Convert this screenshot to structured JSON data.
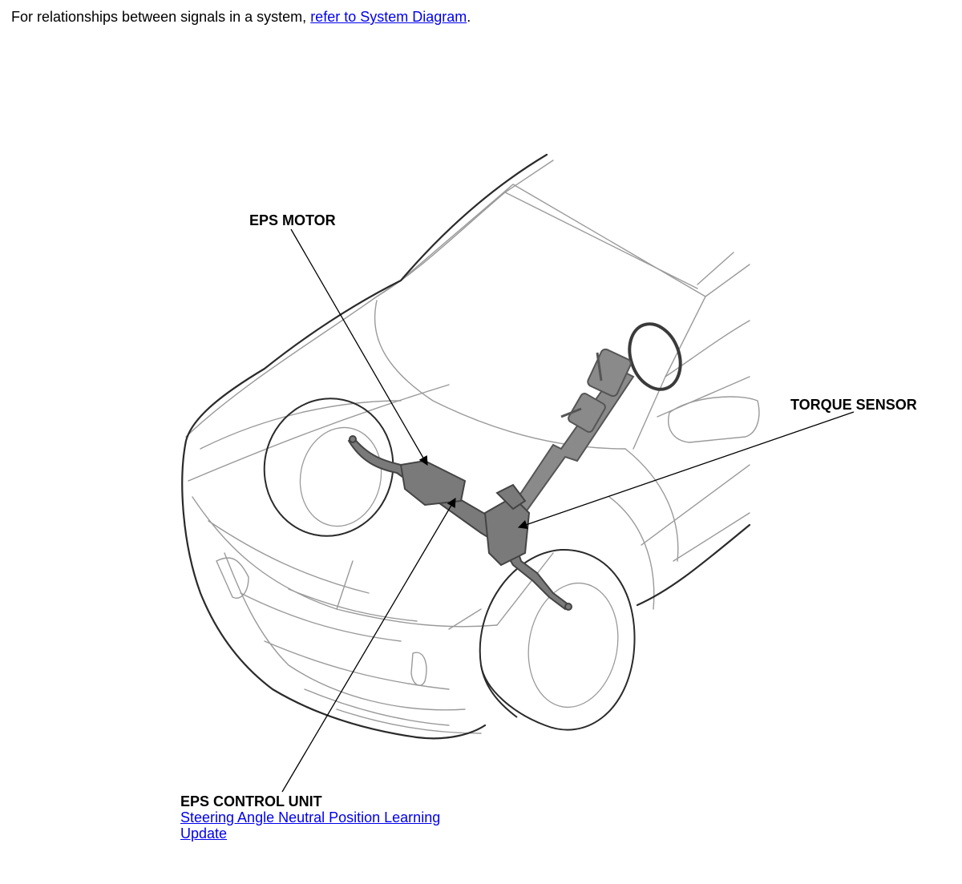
{
  "intro": {
    "text_before": "For relationships between signals in a system, ",
    "link_text": "refer to System Diagram",
    "text_after": "."
  },
  "callouts": {
    "eps_motor": "EPS MOTOR",
    "torque_sensor": "TORQUE SENSOR",
    "eps_control_unit": "EPS CONTROL UNIT"
  },
  "links": {
    "steering_learning_line1": "Steering Angle Neutral Position Learning",
    "steering_learning_line2": "Update"
  },
  "colors": {
    "outline": "#8a8a8a",
    "bold_outline": "#2a2a2a",
    "leader": "#000000",
    "link": "#0000ee",
    "part_fill": "#7a7a7a"
  }
}
